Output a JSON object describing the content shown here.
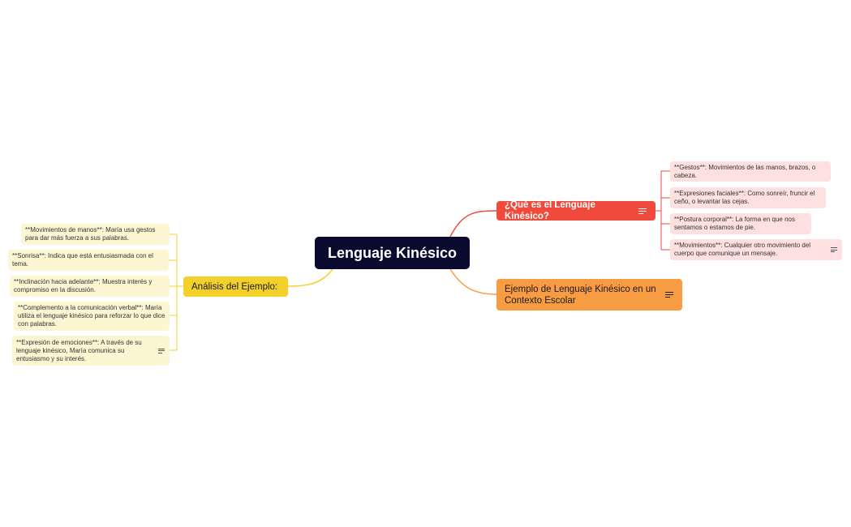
{
  "colors": {
    "central": "#0a0a2e",
    "red": "#f04a3d",
    "orange": "#f79c43",
    "yellow": "#f3d12a",
    "red_leaf": "#fde0df",
    "yellow_leaf": "#fdf6d3"
  },
  "central": {
    "title": "Lenguaje Kinésico"
  },
  "branches": {
    "what_is": {
      "title": "¿Qué es el Lenguaje Kinésico?",
      "icon": "notes-icon",
      "items": [
        "**Gestos**: Movimientos de las manos, brazos, o cabeza.",
        "**Expresiones faciales**: Como sonreír, fruncir el ceño, o levantar las cejas.",
        "**Postura corporal**: La forma en que nos sentamos o estamos de pie.",
        "**Movimientos**: Cualquier otro movimiento del cuerpo que comunique un mensaje."
      ]
    },
    "example": {
      "title": "Ejemplo de Lenguaje Kinésico en un Contexto Escolar",
      "icon": "notes-icon"
    },
    "analysis": {
      "title": "Análisis del Ejemplo:",
      "items": [
        "**Movimientos de manos**: María usa gestos para dar más fuerza a sus palabras.",
        "**Sonrisa**: Indica que está entusiasmada con el tema.",
        "**Inclinación hacia adelante**: Muestra interés y compromiso en la discusión.",
        "**Complemento a la comunicación verbal**: María utiliza el lenguaje kinésico para reforzar lo que dice con palabras.",
        "**Expresión de emociones**: A través de su lenguaje kinésico, María comunica su entusiasmo y su interés."
      ]
    }
  }
}
